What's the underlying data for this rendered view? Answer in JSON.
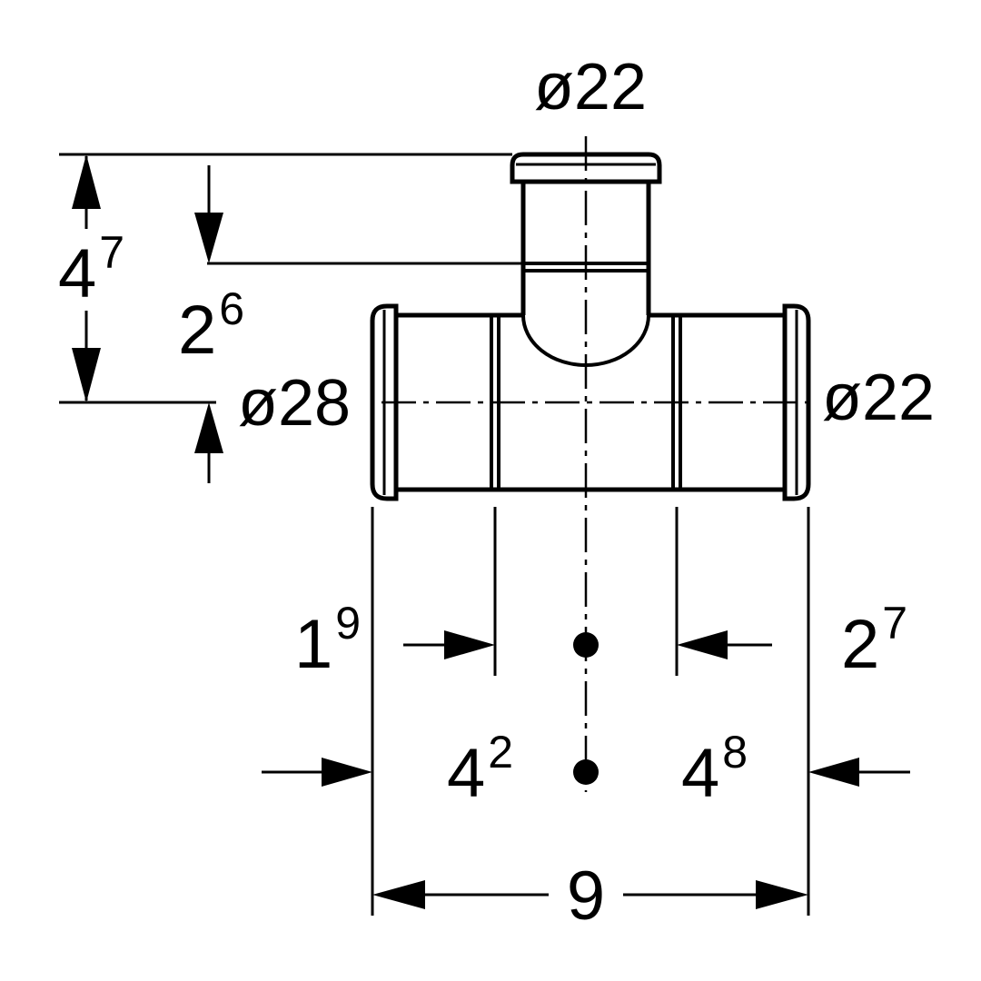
{
  "drawing": {
    "background_color": "#ffffff",
    "line_color": "#000000",
    "labels": {
      "branch_diameter": "ø22",
      "run_left_diameter": "ø28",
      "run_right_diameter": "ø22",
      "total_length": "9"
    },
    "dimensions": {
      "branch_height": {
        "main": "4",
        "sup": "7"
      },
      "branch_press_depth": {
        "main": "2",
        "sup": "6"
      },
      "center_to_left_bead": {
        "main": "1",
        "sup": "9"
      },
      "center_to_right_bead": {
        "main": "2",
        "sup": "7"
      },
      "center_to_left_end": {
        "main": "4",
        "sup": "2"
      },
      "center_to_right_end": {
        "main": "4",
        "sup": "8"
      }
    }
  }
}
